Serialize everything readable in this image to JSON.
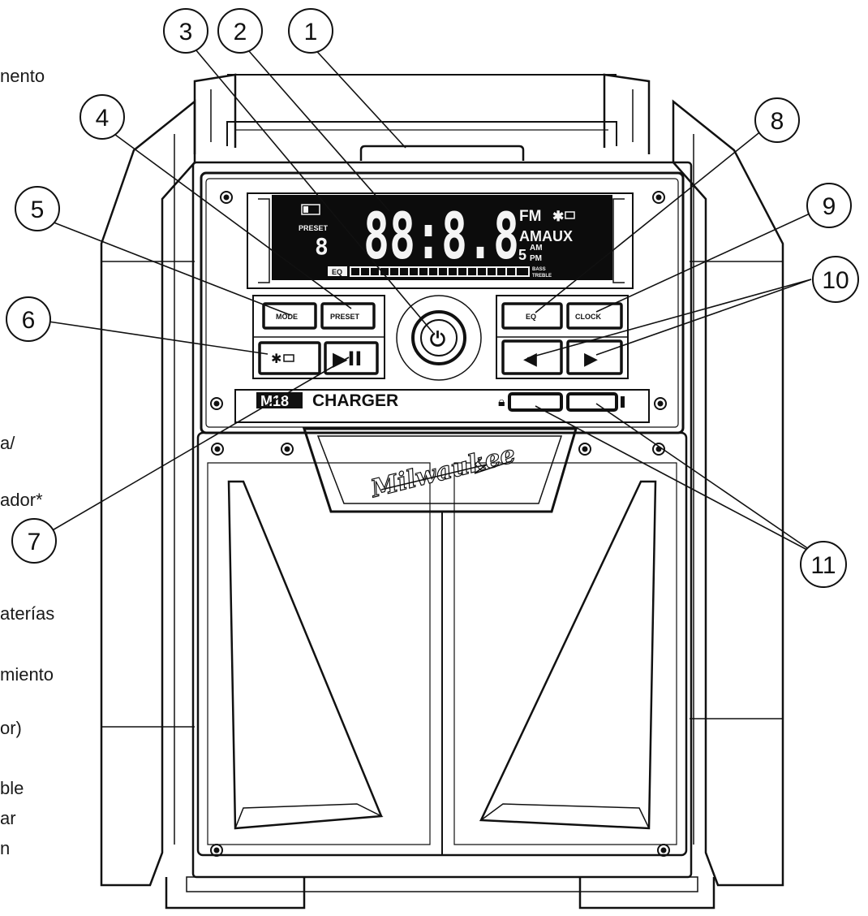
{
  "side_labels": [
    "nento",
    "a/",
    "ador*",
    "aterías",
    "miento",
    "or)",
    "ble",
    "ar",
    "n"
  ],
  "callouts": [
    "1",
    "2",
    "3",
    "4",
    "5",
    "6",
    "7",
    "8",
    "9",
    "10",
    "11"
  ],
  "display": {
    "digits": "88:8.8",
    "preset_label": "PRESET",
    "preset_digit": "8",
    "band_fm": "FM",
    "band_am_aux": "AMAUX",
    "small_digit": "5",
    "am": "AM",
    "pm": "PM",
    "eq": "EQ",
    "bass": "BASS",
    "treble": "TREBLE"
  },
  "buttons": {
    "mode": "MODE",
    "preset": "PRESET",
    "eq": "EQ",
    "clock": "CLOCK",
    "power_symbol": "⏻",
    "play_pause": "▶II",
    "prev": "◀",
    "next": "▶",
    "bluetooth": "✱"
  },
  "charger": {
    "m18": "M18",
    "label": "CHARGER"
  },
  "brand": "Milwaukee"
}
